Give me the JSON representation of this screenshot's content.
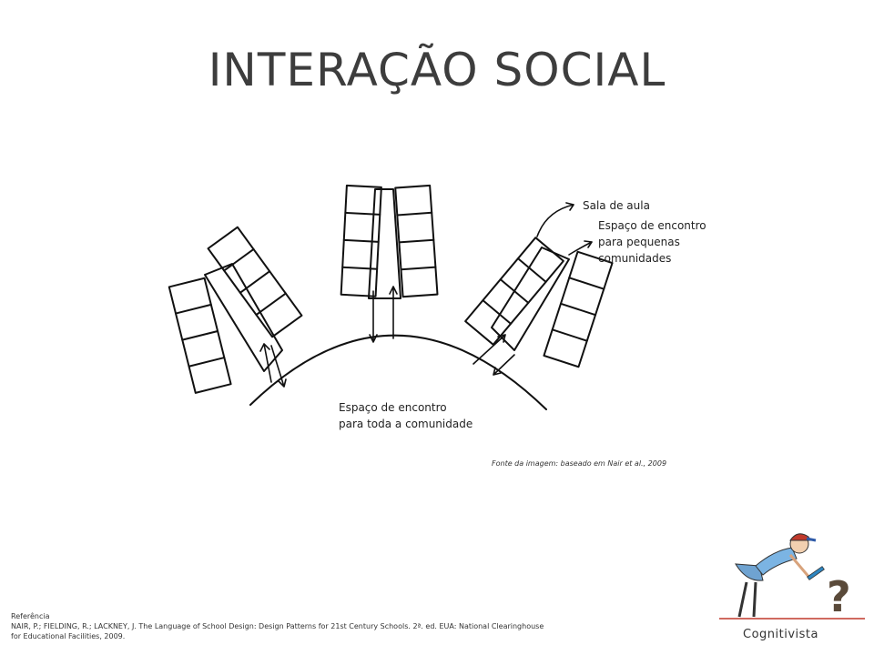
{
  "slide": {
    "title": "INTERAÇÃO SOCIAL"
  },
  "diagram": {
    "labels": {
      "classroom": "Sala de aula",
      "small_space_line1": "Espaço de encontro",
      "small_space_line2": "para pequenas",
      "small_space_line3": "comunidades",
      "whole_space_line1": "Espaço de encontro",
      "whole_space_line2": "para toda a comunidade"
    },
    "caption": "Fonte da imagem: baseado em Nair et al., 2009"
  },
  "reference": {
    "heading": "Referência",
    "line1": "NAIR, P.; FIELDING, R.; LACKNEY, J. The Language of School Design: Design Patterns for 21st Century Schools. 2ª. ed. EUA: National Clearinghouse",
    "line2": "for Educational Facilities, 2009."
  },
  "logo": {
    "text": "Cognitivista"
  }
}
